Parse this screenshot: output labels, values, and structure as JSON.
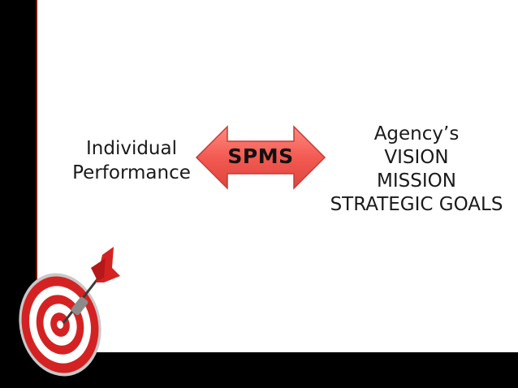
{
  "left_label": {
    "line1": "Individual",
    "line2": "Performance"
  },
  "center_arrow": {
    "label": "SPMS"
  },
  "right_label": {
    "line1": "Agency’s",
    "line2": "VISION",
    "line3": "MISSION",
    "line4": "STRATEGIC GOALS"
  },
  "colors": {
    "arrow_fill": "#f25a52",
    "arrow_stroke": "#c43b34",
    "frame": "#000000",
    "target_red": "#d42222"
  },
  "icons": {
    "target": "dartboard-with-dart-icon"
  }
}
